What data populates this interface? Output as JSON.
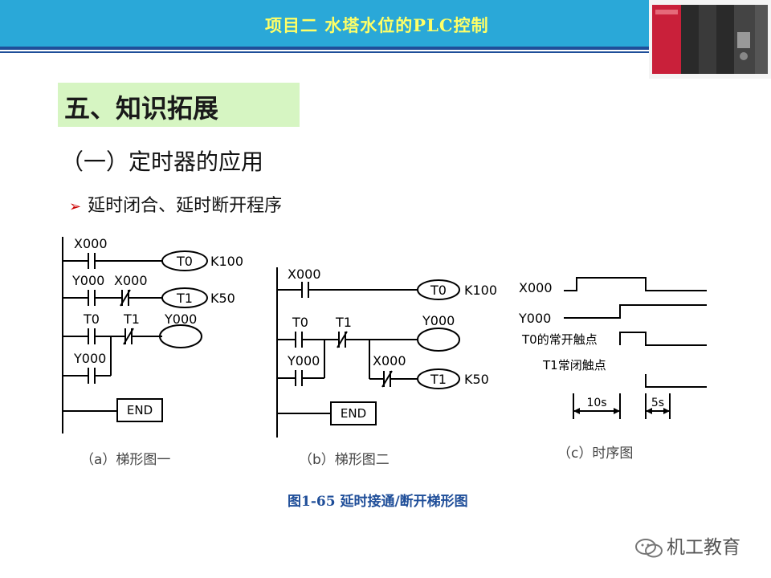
{
  "header": {
    "title": "项目二  水塔水位的PLC控制"
  },
  "section": {
    "title": "五、知识拓展"
  },
  "subsection": {
    "title": "（一）定时器的应用"
  },
  "bullet": {
    "text": "延时闭合、延时断开程序"
  },
  "ladder_a": {
    "caption": "（a）梯形图一",
    "labels": {
      "x000": "X000",
      "y000_a": "Y000",
      "x000_b": "X000",
      "t0": "T0",
      "t1": "T1",
      "y000_coil": "Y000",
      "y000_hold": "Y000",
      "k100": "K100",
      "k50": "K50",
      "t0_coil": "T0",
      "t1_coil": "T1",
      "end": "END"
    }
  },
  "ladder_b": {
    "caption": "（b）梯形图二",
    "labels": {
      "x000": "X000",
      "t0": "T0",
      "t1": "T1",
      "y000_coil": "Y000",
      "y000_hold": "Y000",
      "x000_b": "X000",
      "t0_coil": "T0",
      "t1_coil": "T1",
      "k100": "K100",
      "k50": "K50",
      "end": "END"
    }
  },
  "timing": {
    "caption": "（c）时序图",
    "labels": {
      "x000": "X000",
      "y000": "Y000",
      "t0_contact": "T0的常开触点",
      "t1_contact": "T1常闭触点",
      "dur_10s": "10s",
      "dur_5s": "5s"
    }
  },
  "figure_caption": "图1-65  延时接通/断开梯形图",
  "watermark": "机工教育",
  "colors": {
    "header": "#2aa8d8",
    "header_line": "#1f4e99",
    "title_text": "#ffff66",
    "section_bg": "#d6f5c2",
    "bullet_arrow": "#cc0000",
    "figure_caption": "#1f4e99"
  },
  "icons": {
    "bullet": "arrow-right-icon",
    "watermark": "wechat-icon",
    "plc": "plc-hardware-image"
  }
}
